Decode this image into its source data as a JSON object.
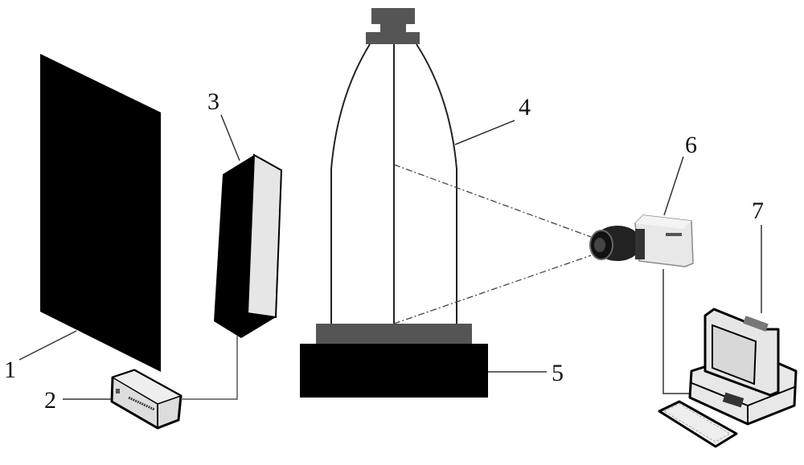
{
  "labels": {
    "l1": "1",
    "l2": "2",
    "l3": "3",
    "l4": "4",
    "l5": "5",
    "l6": "6",
    "l7": "7"
  },
  "colors": {
    "ink": "#000000",
    "gray": "#555555",
    "light": "#e6e6e6"
  }
}
